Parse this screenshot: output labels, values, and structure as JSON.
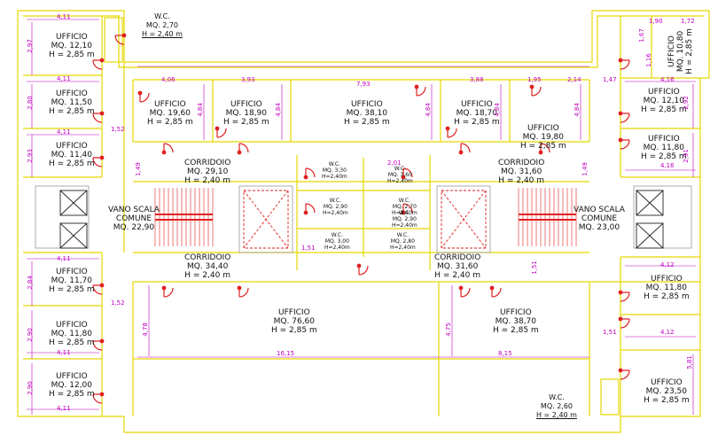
{
  "rooms": {
    "tl1": {
      "name": "UFFICIO",
      "area": "MQ. 12,10",
      "height": "H = 2,85 m"
    },
    "tl2": {
      "name": "UFFICIO",
      "area": "MQ. 11,50",
      "height": "H = 2,85 m"
    },
    "tl3": {
      "name": "UFFICIO",
      "area": "MQ. 11,40",
      "height": "H = 2,85 m"
    },
    "u1": {
      "name": "UFFICIO",
      "area": "MQ. 19,60",
      "height": "H = 2,85 m"
    },
    "u2": {
      "name": "UFFICIO",
      "area": "MQ. 18,90",
      "height": "H = 2,85 m"
    },
    "u3": {
      "name": "UFFICIO",
      "area": "MQ. 38,10",
      "height": "H = 2,85 m"
    },
    "u4": {
      "name": "UFFICIO",
      "area": "MQ. 18,70",
      "height": "H = 2,85 m"
    },
    "u5": {
      "name": "UFFICIO",
      "area": "MQ. 19,80",
      "height": "H = 2,85 m"
    },
    "tr1": {
      "name": "UFFICIO",
      "area": "MQ. 12,10",
      "height": "H = 2,85 m"
    },
    "tr2": {
      "name": "UFFICIO",
      "area": "MQ. 11,80",
      "height": "H = 2,85 m"
    },
    "trv": {
      "name": "UFFICIO",
      "area": "MQ. 10,80",
      "height": "H = 2,85 m"
    },
    "c1": {
      "name": "CORRIDOIO",
      "area": "MQ. 29,10",
      "height": "H = 2,40 m"
    },
    "c2": {
      "name": "CORRIDOIO",
      "area": "MQ. 31,60",
      "height": "H = 2,40 m"
    },
    "c3": {
      "name": "CORRIDOIO",
      "area": "MQ. 34,40",
      "height": "H = 2,40 m"
    },
    "c4": {
      "name": "CORRIDOIO",
      "area": "MQ. 31,60",
      "height": "H = 2,40 m"
    },
    "vs1": {
      "name": "VANO SCALA",
      "name2": "COMUNE",
      "area": "MQ. 22,90"
    },
    "vs2": {
      "name": "VANO SCALA",
      "name2": "COMUNE",
      "area": "MQ. 23,00"
    },
    "bl1": {
      "name": "UFFICIO",
      "area": "MQ. 11,70",
      "height": "H = 2,85 m"
    },
    "bl2": {
      "name": "UFFICIO",
      "area": "MQ. 11,80",
      "height": "H = 2,85 m"
    },
    "bl3": {
      "name": "UFFICIO",
      "area": "MQ. 12,00",
      "height": "H = 2,85 m"
    },
    "b1": {
      "name": "UFFICIO",
      "area": "MQ. 76,60",
      "height": "H = 2,85 m"
    },
    "b2": {
      "name": "UFFICIO",
      "area": "MQ. 38,70",
      "height": "H = 2,85 m"
    },
    "br1": {
      "name": "UFFICIO",
      "area": "MQ. 11,80",
      "height": "H = 2,85 m"
    },
    "br2": {
      "name": "UFFICIO",
      "area": "MQ. 23,50",
      "height": "H = 2,85 m"
    },
    "wc1": {
      "name": "W.C.",
      "area": "MQ. 3,30",
      "height": "H=2,40m"
    },
    "wc2": {
      "name": "W.C.",
      "area": "MQ. 3,60",
      "height": "H=2,40m"
    },
    "wc3": {
      "name": "W.C.",
      "area": "MQ. 2,90",
      "height": "H=2,40m"
    },
    "wc4": {
      "name": "W.C.",
      "area": "MQ. 2,70",
      "height": "H=2,40m"
    },
    "wc5": {
      "name": "W.C.",
      "area": "MQ. 2,90",
      "height": "H=2,40m"
    },
    "wc6": {
      "name": "W.C.",
      "area": "MQ. 3,00",
      "height": "H=2,40m"
    },
    "wc7": {
      "name": "W.C.",
      "area": "MQ. 2,80",
      "height": "H=2,40m"
    }
  },
  "wc_notes": {
    "top": {
      "name": "W.C.",
      "area": "MQ. 2,70",
      "height": "H = 2,40 m"
    },
    "bottom": {
      "name": "W.C.",
      "area": "MQ. 2,60",
      "height": "H = 2,40 m"
    }
  },
  "dims": {
    "d411a": "4,11",
    "d297": "2,97",
    "d411b": "4,11",
    "d280": "2,80",
    "d411c": "4,11",
    "d293": "2,93",
    "d152a": "1,52",
    "d149a": "1,49",
    "d406": "4,06",
    "d393": "3,93",
    "d793": "7,93",
    "d388": "3,88",
    "d195": "1,95",
    "d214": "2,14",
    "d147": "1,47",
    "d484a": "4,84",
    "d484b": "4,84",
    "d484c": "4,84",
    "d484d": "4,84",
    "d484e": "4,84",
    "d190": "1,90",
    "d172": "1,72",
    "d167": "1,67",
    "d116": "1,16",
    "d416a": "4,16",
    "d292": "2,92",
    "d291": "2,91",
    "d416b": "4,16",
    "d149b": "1,49",
    "d201": "2,01",
    "d151a": "1,51",
    "d151b": "1,51",
    "d151c": "1,51",
    "d411d": "4,11",
    "d284": "2,84",
    "d152b": "1,52",
    "d290a": "2,90",
    "d411e": "4,11",
    "d290b": "2,90",
    "d411f": "4,11",
    "d478": "4,78",
    "d1615": "16,15",
    "d475": "4,75",
    "d815": "8,15",
    "d412a": "4,12",
    "d412b": "4,12",
    "d581": "5,81"
  }
}
